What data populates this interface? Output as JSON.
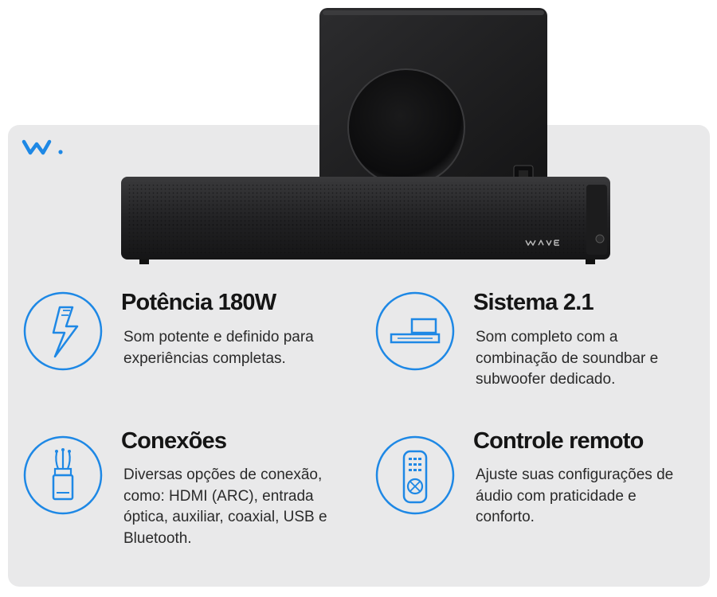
{
  "brand": {
    "accent_color": "#1e88e5",
    "logo_icon": "wave-logo-icon",
    "product_badge_icon": "wave-badge-icon"
  },
  "features": [
    {
      "icon": "lightning-icon",
      "title": "Potência 180W",
      "description": "Som potente e definido para experiências completas."
    },
    {
      "icon": "soundbar-system-icon",
      "title": "Sistema 2.1",
      "description": "Som completo com a combinação de soundbar e subwoofer dedicado."
    },
    {
      "icon": "connector-cable-icon",
      "title": "Conexões",
      "description": "Diversas opções de conexão, como: HDMI (ARC), entrada óptica, auxiliar, coaxial, USB e Bluetooth."
    },
    {
      "icon": "remote-control-icon",
      "title": "Controle remoto",
      "description": "Ajuste suas configurações de áudio com praticidade e conforto."
    }
  ]
}
